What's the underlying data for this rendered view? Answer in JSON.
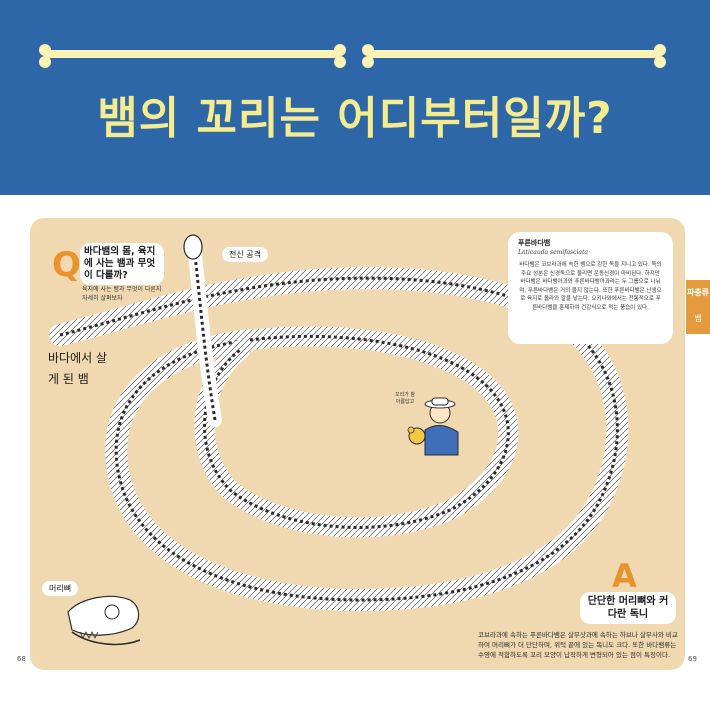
{
  "header": {
    "title": "뱀의 꼬리는 어디부터일까?"
  },
  "side_tab": {
    "label": "파충류",
    "sub": "뱀"
  },
  "question": {
    "letter": "Q",
    "title": "바다뱀의 몸, 육지에 사는 뱀과 무엇이 다를까?",
    "desc": "육지에 사는 뱀과 무엇이 다른지 자세히 살펴보자"
  },
  "side_heading": "바다에서 살게 된 뱀",
  "labels": {
    "attack": "전신 공격",
    "skull": "머리뼈"
  },
  "speech": "꼬리가 참 아름답고",
  "info": {
    "name": "푸른바다뱀",
    "scientific": "Laticauda semifasciata",
    "text": "바다뱀은 코브라과에 속한 뱀으로 강한 독을 지니고 있다. 독의 주요 성분은 신경독으로 물리면 운동신경이 마비된다. 하지만 바다뱀은 바다뱀아과와 푸른바다뱀아과라는 두 그룹으로 나뉘며, 푸른바다뱀은 거의 물지 않는다. 또한 푸른바다뱀은 난생으로 육지로 올라와 알을 낳는다. 오키나와에서는 전통적으로 푸른바다뱀을 훈제하여 건강식으로 먹는 풍습이 있다."
  },
  "answer": {
    "letter": "A",
    "title": "단단한 머리뼈와 커다란 독니",
    "body": "코브라과에 속하는 푸른바다뱀은 살무삿과에 속하는 하브나 살무사와 비교하여 머리뼈가 더 단단하며, 위턱 끝에 있는 독니도 크다. 또한 바다뱀류는 수영에 적합하도록 꼬리 모양이 납작하게 변형되어 있는 점이 특징이다."
  },
  "page_numbers": {
    "left": "68",
    "right": "69"
  },
  "colors": {
    "banner": "#2d67a8",
    "title": "#f4ec8f",
    "panel": "#f0d9b0",
    "accent": "#e8932c"
  }
}
